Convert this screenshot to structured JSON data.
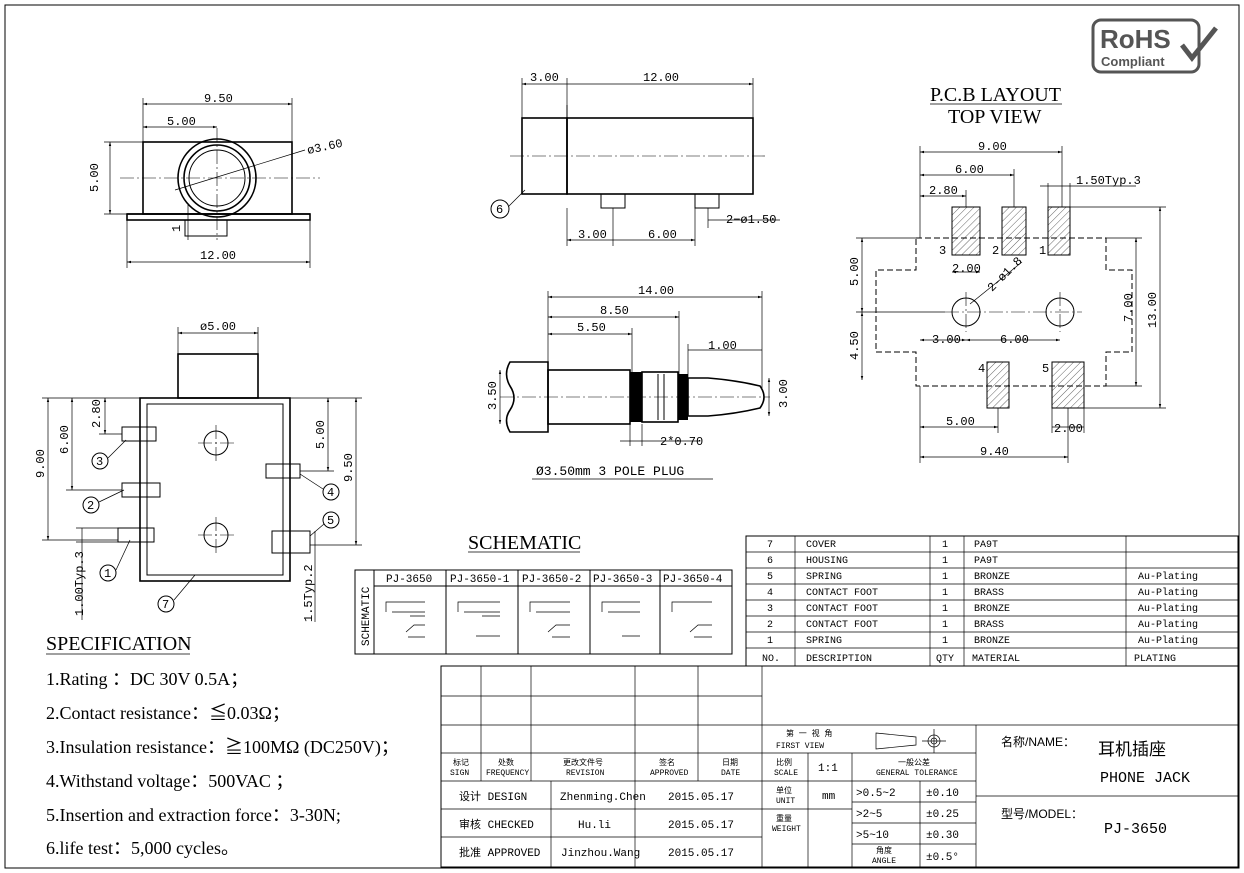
{
  "rohs": {
    "line1": "RoHS",
    "line2": "Compliant"
  },
  "front_view": {
    "d950": "9.50",
    "d500": "5.00",
    "d360": "ø3.60",
    "d500v": "5.00",
    "d1200": "12.00",
    "d1": "1"
  },
  "side_view": {
    "d300": "3.00",
    "d1200": "12.00",
    "d300b": "3.00",
    "d600": "6.00",
    "d150": "2−ø1.50",
    "callout6": "6"
  },
  "bottom_view": {
    "d500": "ø5.00",
    "d280": "2.80",
    "d600": "6.00",
    "d900": "9.00",
    "d500r": "5.00",
    "d950": "9.50",
    "d100": "1.00Typ.3",
    "d15": "1.5Typ.2",
    "c1": "1",
    "c2": "2",
    "c3": "3",
    "c4": "4",
    "c5": "5",
    "c7": "7"
  },
  "plug": {
    "d1400": "14.00",
    "d850": "8.50",
    "d550": "5.50",
    "d100": "1.00",
    "d350": "3.50",
    "d300": "3.00",
    "d070": "2*0.70",
    "caption": "Ø3.50mm 3 POLE PLUG"
  },
  "pcb": {
    "title1": "P.C.B LAYOUT",
    "title2": "TOP VIEW",
    "d900": "9.00",
    "d600": "6.00",
    "d280": "2.80",
    "d150": "1.50Typ.3",
    "d200": "2.00",
    "d018": "2-ø1.8",
    "d500": "5.00",
    "d450": "4.50",
    "d300": "3.00",
    "d600b": "6.00",
    "d700": "7.00",
    "d1300": "13.00",
    "d500b": "5.00",
    "d200b": "2.00",
    "d940": "9.40",
    "p1": "1",
    "p2": "2",
    "p3": "3",
    "p4": "4",
    "p5": "5"
  },
  "schematic": {
    "title": "SCHEMATIC",
    "side": "SCHEMATIC",
    "models": [
      "PJ-3650",
      "PJ-3650-1",
      "PJ-3650-2",
      "PJ-3650-3",
      "PJ-3650-4"
    ]
  },
  "bom": {
    "rows": [
      {
        "no": "7",
        "desc": "COVER",
        "qty": "1",
        "mat": "PA9T",
        "plat": ""
      },
      {
        "no": "6",
        "desc": "HOUSING",
        "qty": "1",
        "mat": "PA9T",
        "plat": ""
      },
      {
        "no": "5",
        "desc": "SPRING",
        "qty": "1",
        "mat": "BRONZE",
        "plat": "Au-Plating"
      },
      {
        "no": "4",
        "desc": "CONTACT FOOT",
        "qty": "1",
        "mat": "BRASS",
        "plat": "Au-Plating"
      },
      {
        "no": "3",
        "desc": "CONTACT FOOT",
        "qty": "1",
        "mat": "BRONZE",
        "plat": "Au-Plating"
      },
      {
        "no": "2",
        "desc": "CONTACT FOOT",
        "qty": "1",
        "mat": "BRASS",
        "plat": "Au-Plating"
      },
      {
        "no": "1",
        "desc": "SPRING",
        "qty": "1",
        "mat": "BRONZE",
        "plat": "Au-Plating"
      }
    ],
    "header": {
      "no": "NO.",
      "desc": "DESCRIPTION",
      "qty": "QTY",
      "mat": "MATERIAL",
      "plat": "PLATING"
    }
  },
  "spec": {
    "title": "SPECIFICATION",
    "lines": [
      "1.Rating ：DC 30V 0.5A；",
      "2.Contact resistance：≦0.03Ω；",
      "3.Insulation resistance：≧100MΩ (DC250V)；",
      "4.Withstand voltage：500VAC ；",
      "5.Insertion and extraction force：3-30N;",
      "6.life test：5,000 cycles。"
    ]
  },
  "titleblock": {
    "mark_cn": "标记",
    "mark_en": "SIGN",
    "freq_cn": "处数",
    "freq_en": "FREQUENCY",
    "rev_cn": "更改文件号",
    "rev_en": "REVISION",
    "appr_cn": "签名",
    "appr_en": "APPROVED",
    "date_cn": "日期",
    "date_en": "DATE",
    "design_label": "设计 DESIGN",
    "design_name": "Zhenming.Chen",
    "design_date": "2015.05.17",
    "check_label": "审核 CHECKED",
    "check_name": "Hu.li",
    "check_date": "2015.05.17",
    "approve_label": "批准 APPROVED",
    "approve_name": "Jinzhou.Wang",
    "approve_date": "2015.05.17",
    "view_cn": "第 一 视 角",
    "view_en": "FIRST VIEW",
    "scale_cn": "比例",
    "scale_en": "SCALE",
    "scale_val": "1:1",
    "tol_cn": "一般公差",
    "tol_en": "GENERAL TOLERANCE",
    "unit_cn": "单位",
    "unit_en": "UNIT",
    "unit_val": "mm",
    "weight_cn": "重量",
    "weight_en": "WEIGHT",
    "tol_rows": [
      {
        "range": ">0.5~2",
        "tol": "±0.10"
      },
      {
        "range": ">2~5",
        "tol": "±0.25"
      },
      {
        "range": ">5~10",
        "tol": "±0.30"
      },
      {
        "range": "角度",
        "range2": "ANGLE",
        "tol": "±0.5°"
      }
    ],
    "name_label": "名称/NAME：",
    "name_cn": "耳机插座",
    "name_en": "PHONE JACK",
    "model_label": "型号/MODEL：",
    "model_val": "PJ-3650"
  }
}
